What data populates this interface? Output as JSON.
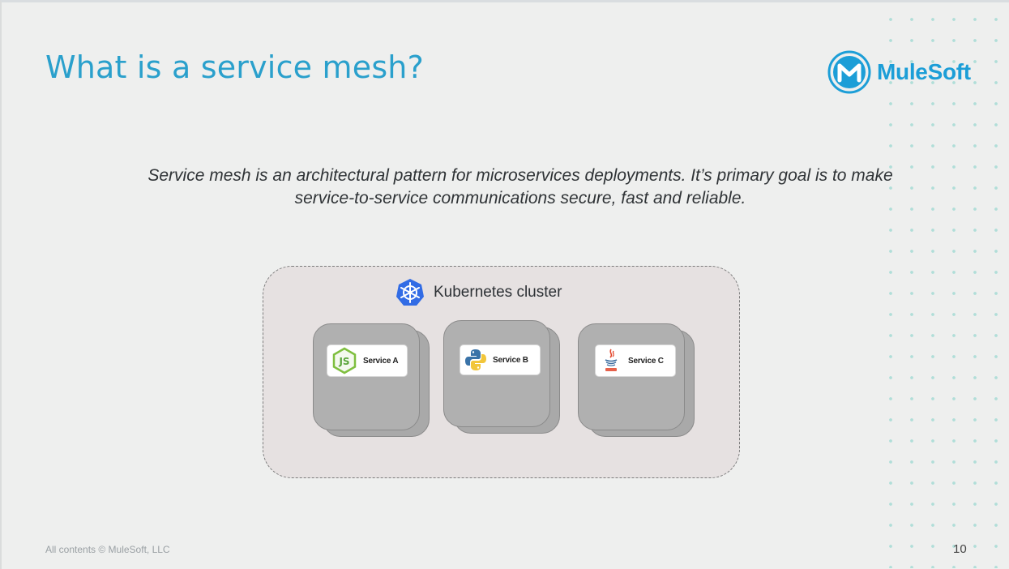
{
  "slide": {
    "title": "What is a service mesh?",
    "subtitle_line1": "Service mesh is an architectural pattern for microservices deployments. It’s primary goal is to make",
    "subtitle_line2": "service-to-service communications secure, fast and reliable.",
    "footer": "All contents © MuleSoft, LLC",
    "page_number": "10"
  },
  "brand": {
    "name": "MuleSoft",
    "logo_letter": "M",
    "color": "#1c9ed7"
  },
  "diagram": {
    "cluster": {
      "label": "Kubernetes cluster",
      "icon": "kubernetes-icon"
    },
    "services": [
      {
        "label": "Service A",
        "icon": "nodejs-icon"
      },
      {
        "label": "Service B",
        "icon": "python-icon"
      },
      {
        "label": "Service C",
        "icon": "java-icon"
      }
    ]
  }
}
